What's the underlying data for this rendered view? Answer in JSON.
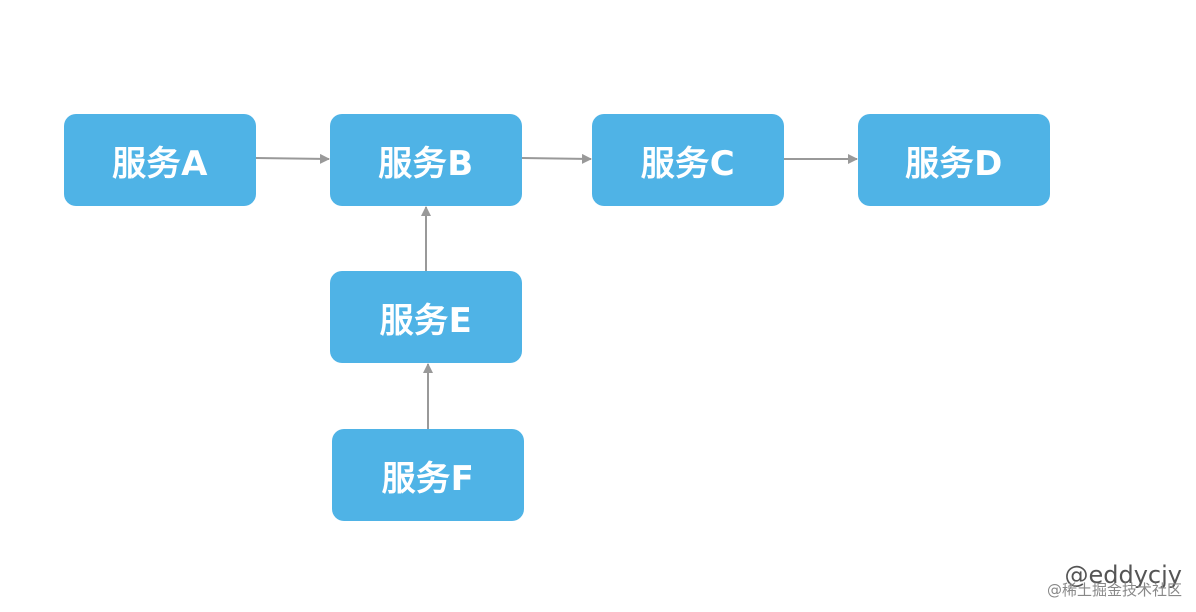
{
  "diagram": {
    "nodes": [
      {
        "id": "a",
        "label": "服务A"
      },
      {
        "id": "b",
        "label": "服务B"
      },
      {
        "id": "c",
        "label": "服务C"
      },
      {
        "id": "d",
        "label": "服务D"
      },
      {
        "id": "e",
        "label": "服务E"
      },
      {
        "id": "f",
        "label": "服务F"
      }
    ],
    "edges": [
      {
        "from": "服务A",
        "to": "服务B"
      },
      {
        "from": "服务B",
        "to": "服务C"
      },
      {
        "from": "服务C",
        "to": "服务D"
      },
      {
        "from": "服务E",
        "to": "服务B"
      },
      {
        "from": "服务F",
        "to": "服务E"
      }
    ],
    "colors": {
      "node_fill": "#4fb3e6",
      "node_text": "#ffffff",
      "edge": "#999999"
    }
  },
  "watermark": {
    "handle": "@eddycjy",
    "site": "@稀土掘金技术社区"
  }
}
